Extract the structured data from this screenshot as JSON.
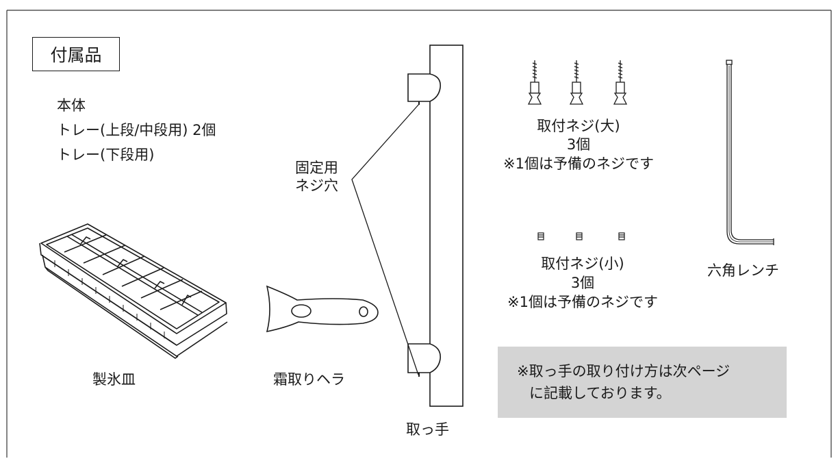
{
  "title": "付属品",
  "contents_list": [
    "本体",
    "トレー(上段/中段用) 2個",
    "トレー(下段用)"
  ],
  "ice_tray_label": "製氷皿",
  "scraper_label": "霜取りヘラ",
  "handle_label": "取っ手",
  "screw_hole_label": [
    "固定用",
    "ネジ穴"
  ],
  "screw_large": {
    "name": "取付ネジ(大)",
    "qty": "3個",
    "note": "※1個は予備のネジです"
  },
  "screw_small": {
    "name": "取付ネジ(小)",
    "qty": "3個",
    "note": "※1個は予備のネジです"
  },
  "hex_wrench_label": "六角レンチ",
  "notice": [
    "※取っ手の取り付け方は次ページ",
    "に記載しております。"
  ]
}
